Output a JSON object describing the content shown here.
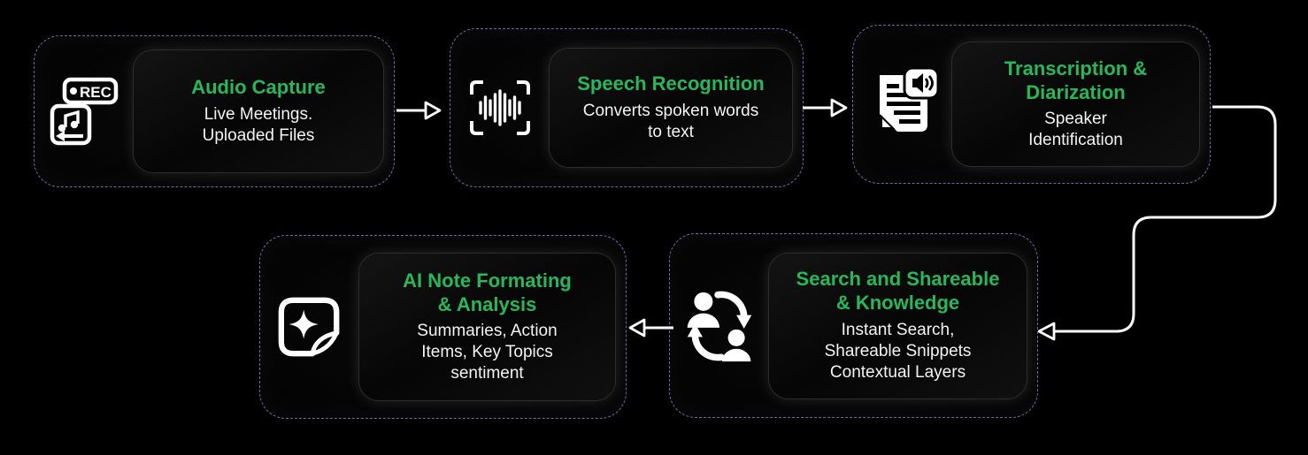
{
  "theme": {
    "background": "#000000",
    "accent_green": "#28b85a",
    "dashed_border_purple": "#7c63ae",
    "card_background": "#0a0a0a",
    "text_white": "#f3f3f3",
    "arrow_white": "#ffffff"
  },
  "blocks": [
    {
      "id": "audio-capture",
      "icon": "recorder-icon",
      "title": "Audio Capture",
      "body": "Live Meetings.\nUploaded Files"
    },
    {
      "id": "speech-recognition",
      "icon": "voice-scan-icon",
      "title": "Speech Recognition",
      "body": "Converts spoken words\nto text"
    },
    {
      "id": "transcription-diarization",
      "icon": "document-audio-icon",
      "title": "Transcription &\nDiarization",
      "body": "Speaker\nIdentification"
    },
    {
      "id": "search-shareable-knowledge",
      "icon": "people-sync-icon",
      "title": "Search and Shareable\n& Knowledge",
      "body": "Instant Search,\nShareable Snippets\nContextual Layers"
    },
    {
      "id": "ai-note-formating-analysis",
      "icon": "sparkle-note-icon",
      "title": "AI Note Formating\n& Analysis",
      "body": "Summaries, Action\nItems, Key Topics\nsentiment"
    }
  ],
  "icons": {
    "rec_label": "REC"
  },
  "flow": [
    {
      "from": "Audio Capture",
      "to": "Speech Recognition"
    },
    {
      "from": "Speech Recognition",
      "to": "Transcription & Diarization"
    },
    {
      "from": "Transcription & Diarization",
      "to": "Search and Shareable & Knowledge"
    },
    {
      "from": "Search and Shareable & Knowledge",
      "to": "AI Note Formating & Analysis"
    }
  ]
}
